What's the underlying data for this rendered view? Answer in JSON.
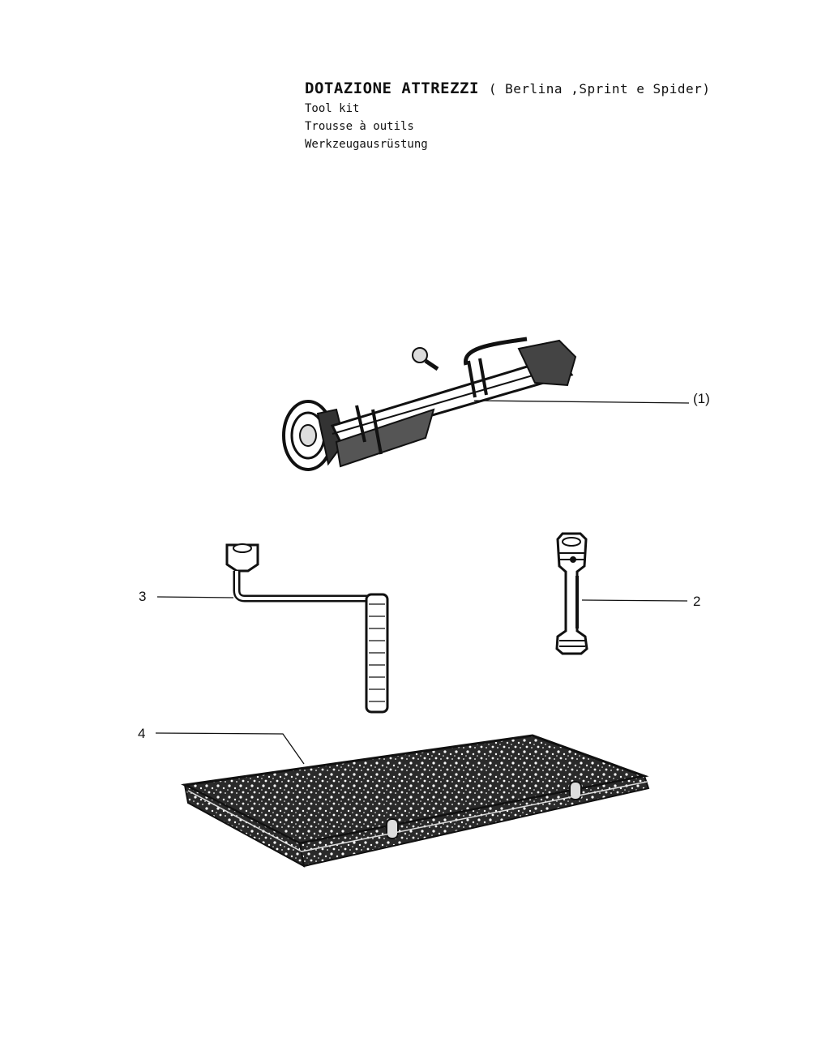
{
  "header": {
    "title": "DOTAZIONE ATTREZZI",
    "subtitle": "( Berlina ,Sprint e Spider)",
    "lines": [
      "Tool kit",
      "Trousse à outils",
      "Werkzeugausrüstung"
    ]
  },
  "callouts": {
    "jack": "(1)",
    "tube_wrench": "2",
    "wheel_brace": "3",
    "tool_case": "4"
  }
}
